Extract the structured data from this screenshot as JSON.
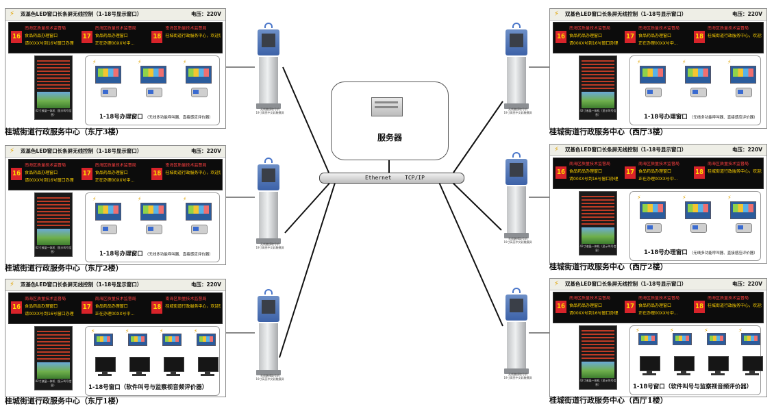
{
  "server": {
    "label": "服务器"
  },
  "bus": {
    "ethernet_label": "Ethernet",
    "protocol_label": "TCP/IP"
  },
  "panels": [
    {
      "side": "east",
      "floor": 3,
      "title": "双基色LED窗口长条屏无线控制（1-18号显示窗口）",
      "voltage": "电压：220V",
      "led": [
        {
          "num": "16",
          "l1": "南海区质量技术监督局",
          "l2": "食品药品办理窗口",
          "l3": "请00XX号到16号窗口办理"
        },
        {
          "num": "17",
          "l1": "南海区质量技术监督局",
          "l2": "食品药品办理窗口",
          "l3": "正在办理00XX号中..."
        },
        {
          "num": "18",
          "l1": "南海区质量技术监督局",
          "l2": "桂城街道行政服务中心，欢迎您！",
          "l3": ""
        }
      ],
      "window_label": "1-18号办理窗口",
      "window_note": "（无线多功能呼叫器、直接感应评价器）",
      "caption": "桂城街道行政服务中心（东厅3楼）"
    },
    {
      "side": "east",
      "floor": 2,
      "title": "双基色LED窗口长条屏无线控制（1-18号显示窗口）",
      "voltage": "电压：220V",
      "led": [
        {
          "num": "16",
          "l1": "南海区质量技术监督局",
          "l2": "食品药品办理窗口",
          "l3": "请00XX号到16号窗口办理"
        },
        {
          "num": "17",
          "l1": "南海区质量技术监督局",
          "l2": "食品药品办理窗口",
          "l3": "正在办理00XX号中..."
        },
        {
          "num": "18",
          "l1": "南海区质量技术监督局",
          "l2": "桂城街道行政服务中心，欢迎您！",
          "l3": ""
        }
      ],
      "window_label": "1-18号办理窗口",
      "window_note": "（无线多功能呼叫器、直接感应评价器）",
      "caption": "桂城街道行政服务中心（东厅2楼）"
    },
    {
      "side": "east",
      "floor": 1,
      "title": "双基色LED窗口长条屏无线控制（1-18号显示窗口）",
      "voltage": "电压：220V",
      "led": [
        {
          "num": "16",
          "l1": "南海区质量技术监督局",
          "l2": "食品药品办理窗口",
          "l3": "请00XX号到16号窗口办理"
        },
        {
          "num": "17",
          "l1": "南海区质量技术监督局",
          "l2": "食品药品办理窗口",
          "l3": "正在办理00XX号中..."
        },
        {
          "num": "18",
          "l1": "南海区质量技术监督局",
          "l2": "桂城街道行政服务中心，欢迎您！",
          "l3": ""
        }
      ],
      "window_label": "1-18号窗口（软件叫号与监察视音频评价器）",
      "window_note": "",
      "caption": "桂城街道行政服务中心（东厅1楼）"
    },
    {
      "side": "west",
      "floor": 3,
      "title": "双基色LED窗口长条屏无线控制（1-18号显示窗口）",
      "voltage": "电压：220V",
      "led": [
        {
          "num": "16",
          "l1": "南海区质量技术监督局",
          "l2": "食品药品办理窗口",
          "l3": "请00XX号到16号窗口办理"
        },
        {
          "num": "17",
          "l1": "南海区质量技术监督局",
          "l2": "食品药品办理窗口",
          "l3": "正在办理00XX号中..."
        },
        {
          "num": "18",
          "l1": "南海区质量技术监督局",
          "l2": "桂城街道行政服务中心，欢迎您！",
          "l3": ""
        }
      ],
      "window_label": "1-18号办理窗口",
      "window_note": "（无线多功能呼叫器、直接感应评价器）",
      "caption": "桂城街道行政服务中心（西厅3楼）"
    },
    {
      "side": "west",
      "floor": 2,
      "title": "双基色LED窗口长条屏无线控制（1-18号显示窗口）",
      "voltage": "电压：220V",
      "led": [
        {
          "num": "16",
          "l1": "南海区质量技术监督局",
          "l2": "食品药品办理窗口",
          "l3": "请00XX号到16号窗口办理"
        },
        {
          "num": "17",
          "l1": "南海区质量技术监督局",
          "l2": "食品药品办理窗口",
          "l3": "正在办理00XX号中..."
        },
        {
          "num": "18",
          "l1": "南海区质量技术监督局",
          "l2": "桂城街道行政服务中心，欢迎您！",
          "l3": ""
        }
      ],
      "window_label": "1-18号办理窗口",
      "window_note": "（无线多功能呼叫器、直接感应评价器）",
      "caption": "桂城街道行政服务中心（西厅2楼）"
    },
    {
      "side": "west",
      "floor": 1,
      "title": "双基色LED窗口长条屏无线控制（1-18号显示窗口）",
      "voltage": "电压：220V",
      "led": [
        {
          "num": "16",
          "l1": "南海区质量技术监督局",
          "l2": "食品药品办理窗口",
          "l3": "请00XX号到16号窗口办理"
        },
        {
          "num": "17",
          "l1": "南海区质量技术监督局",
          "l2": "食品药品办理窗口",
          "l3": "正在办理00XX号中..."
        },
        {
          "num": "18",
          "l1": "南海区质量技术监督局",
          "l2": "桂城街道行政服务中心，欢迎您！",
          "l3": ""
        }
      ],
      "window_label": "1-18号窗口（软件叫号与监察视音频评价器）",
      "window_note": "",
      "caption": "桂城街道行政服务中心（西厅1楼）"
    }
  ],
  "kiosks": [
    {
      "caption": "无线触摸取号机\n19寸高亮中文彩触摸屏"
    },
    {
      "caption": "无线触摸取号机\n19寸高亮中文彩触摸屏"
    },
    {
      "caption": "无线触摸取号机\n19寸高亮中文彩触摸屏"
    },
    {
      "caption": "无线触摸取号机\n19寸高亮中文彩触摸屏"
    },
    {
      "caption": "无线触摸取号机\n19寸高亮中文彩触摸屏"
    },
    {
      "caption": "无线触摸取号机\n19寸高亮中文彩触摸屏"
    }
  ],
  "big_screen_caption": "42寸液晶一体机（显示叫号信息）"
}
